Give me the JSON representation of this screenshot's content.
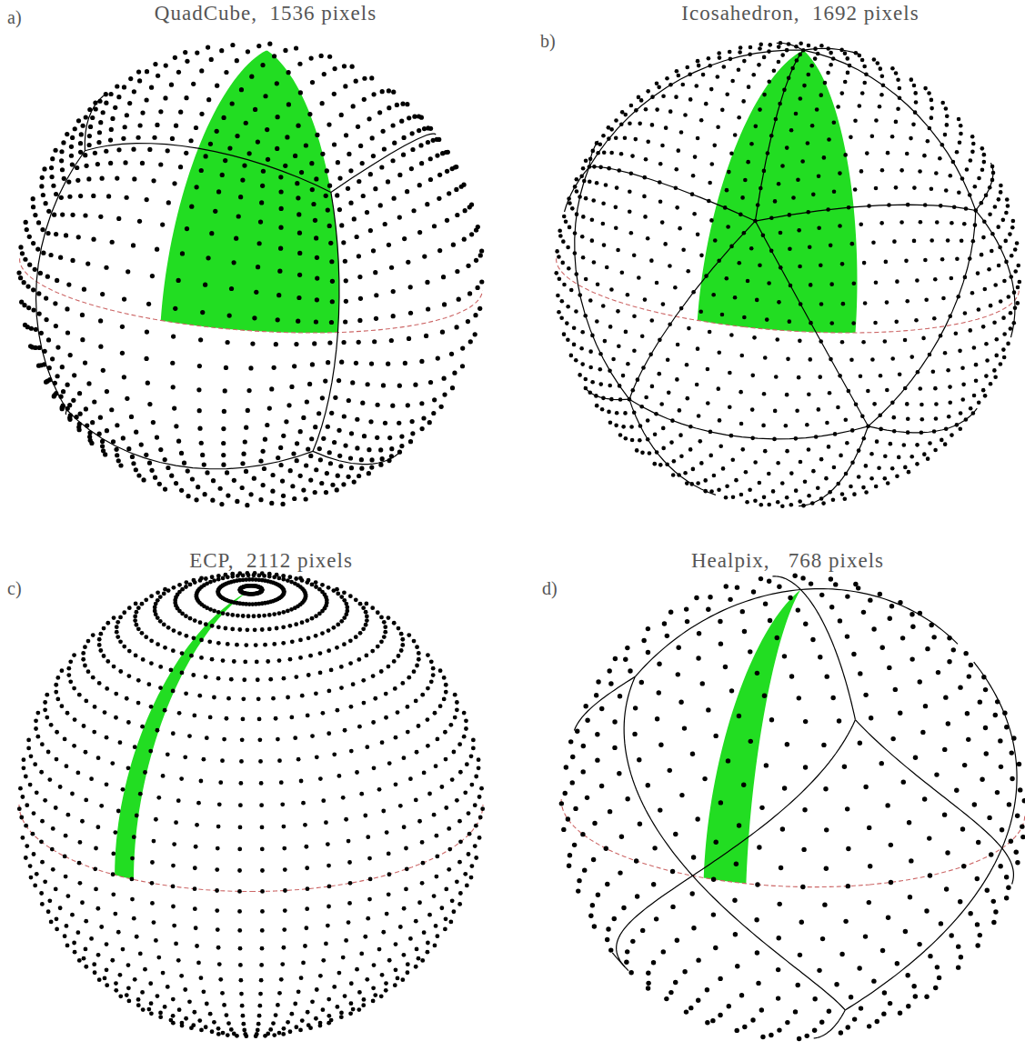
{
  "diagram": {
    "labels": [
      "a)",
      "QuadCube,  1536 pixels",
      "b)",
      "Icosahedron,  1692 pixels",
      "c)",
      "ECP,  2112 pixels",
      "d)",
      "Healpix,   768 pixels"
    ]
  }
}
